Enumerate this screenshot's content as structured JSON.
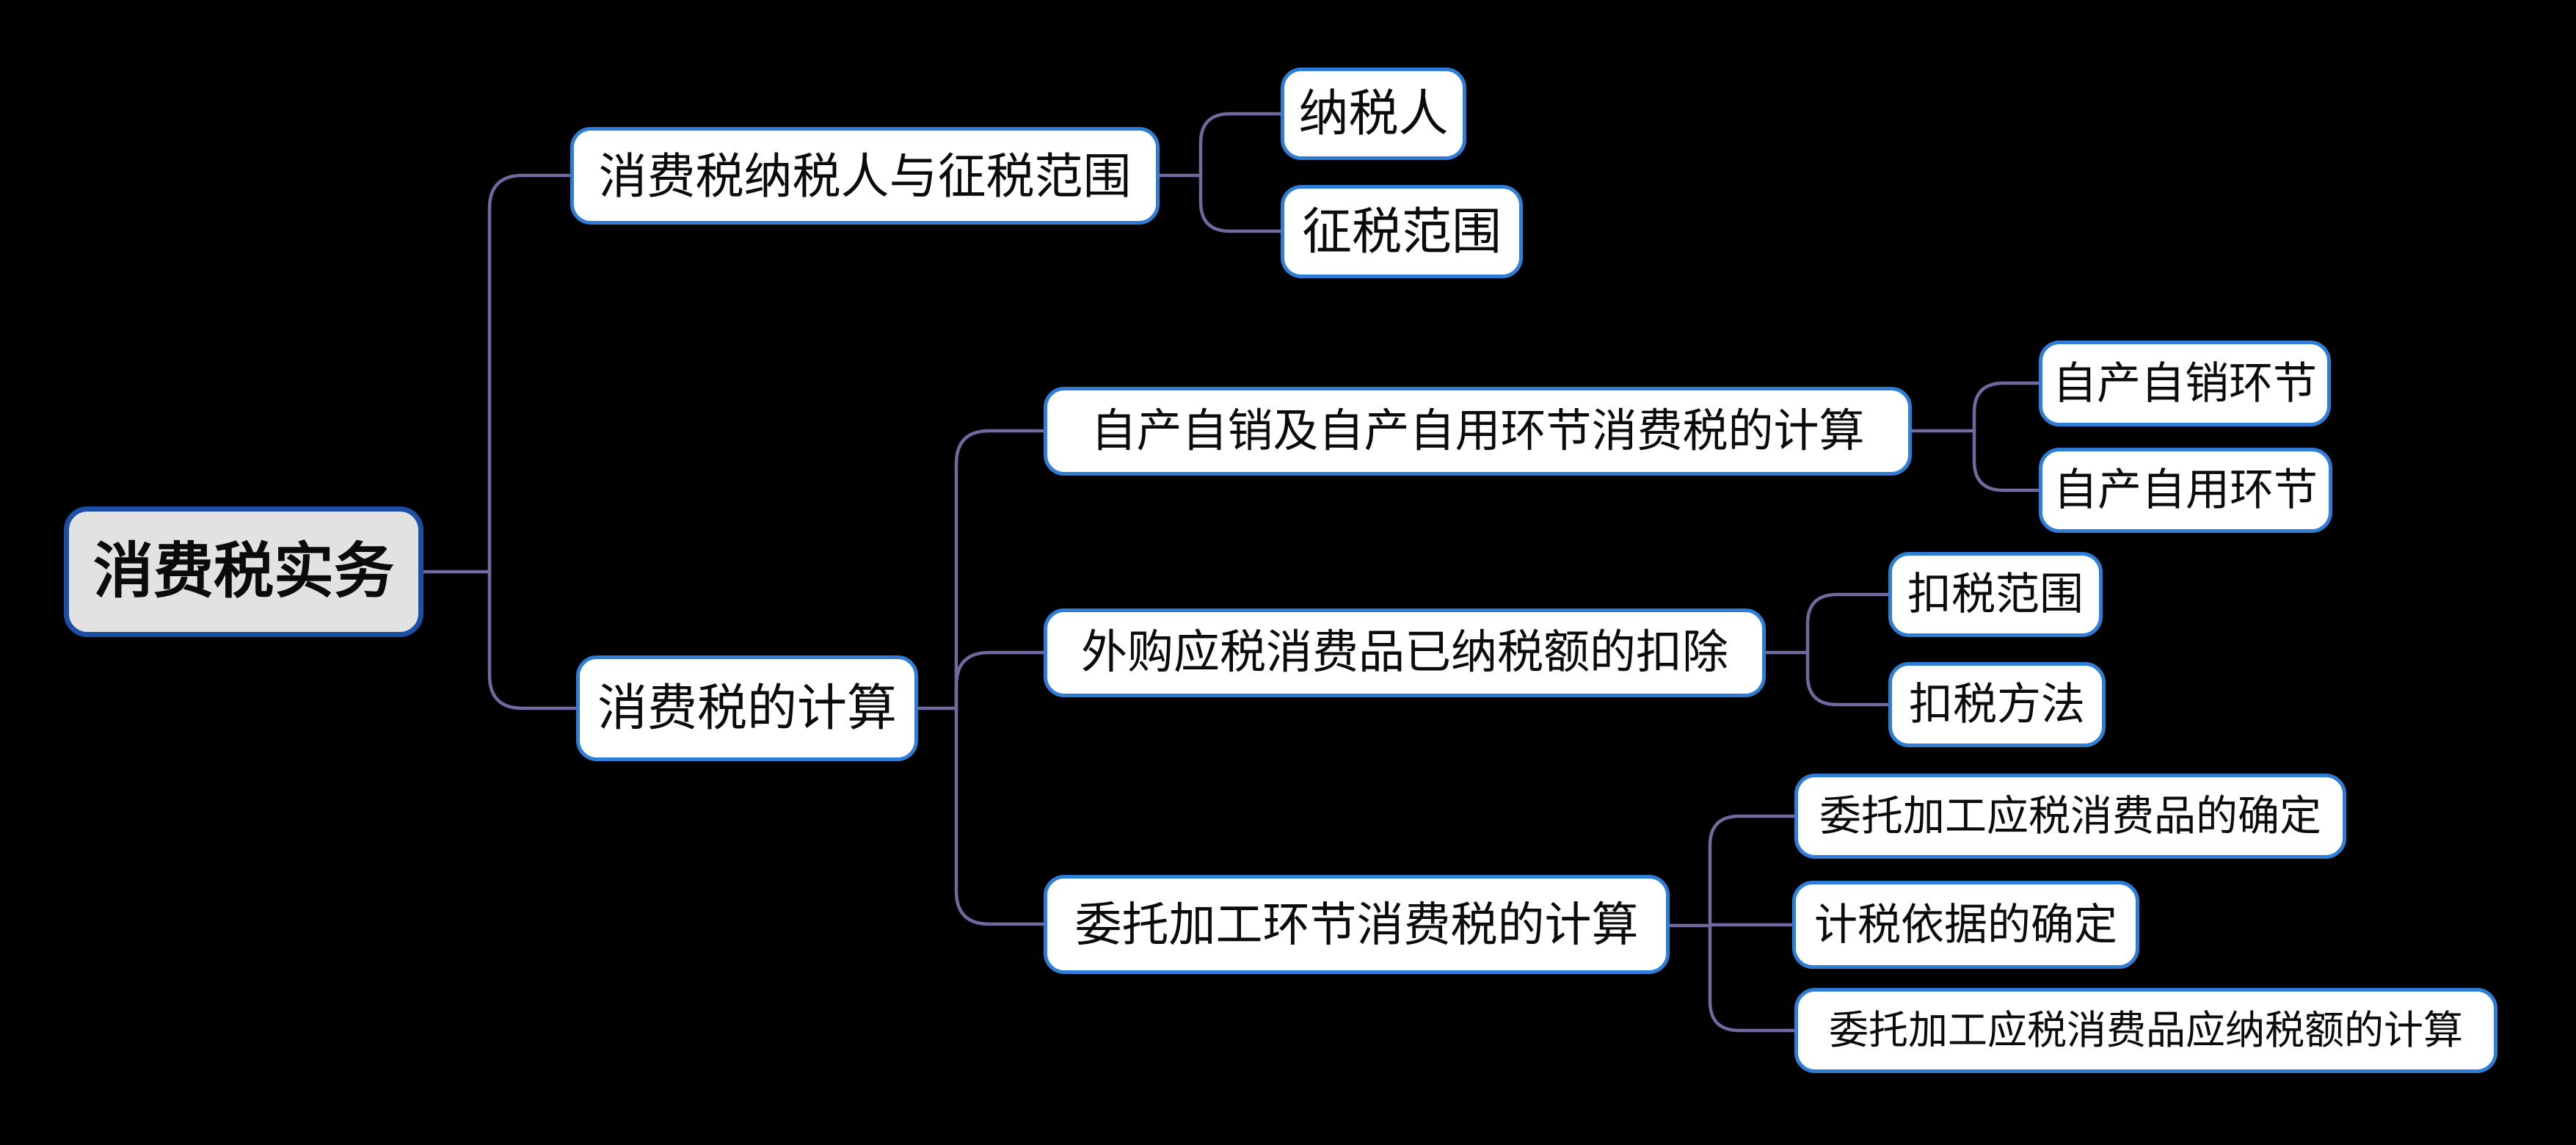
{
  "mindmap": {
    "root": {
      "label": "消费税实务"
    },
    "branches": [
      {
        "label": "消费税纳税人与征税范围",
        "children": [
          {
            "label": "纳税人"
          },
          {
            "label": "征税范围"
          }
        ]
      },
      {
        "label": "消费税的计算",
        "children": [
          {
            "label": "自产自销及自产自用环节消费税的计算",
            "children": [
              {
                "label": "自产自销环节"
              },
              {
                "label": "自产自用环节"
              }
            ]
          },
          {
            "label": "外购应税消费品已纳税额的扣除",
            "children": [
              {
                "label": "扣税范围"
              },
              {
                "label": "扣税方法"
              }
            ]
          },
          {
            "label": "委托加工环节消费税的计算",
            "children": [
              {
                "label": "委托加工应税消费品的确定"
              },
              {
                "label": "计税依据的确定"
              },
              {
                "label": "委托加工应税消费品应纳税额的计算"
              }
            ]
          }
        ]
      }
    ]
  },
  "colors": {
    "background": "#000000",
    "connector": "#6F6A9F",
    "node_border": "#2E7ED7",
    "node_fill": "#FFFFFF",
    "root_border": "#1C4FA3",
    "root_fill": "#E2E2E2",
    "text": "#0B0B0B"
  }
}
